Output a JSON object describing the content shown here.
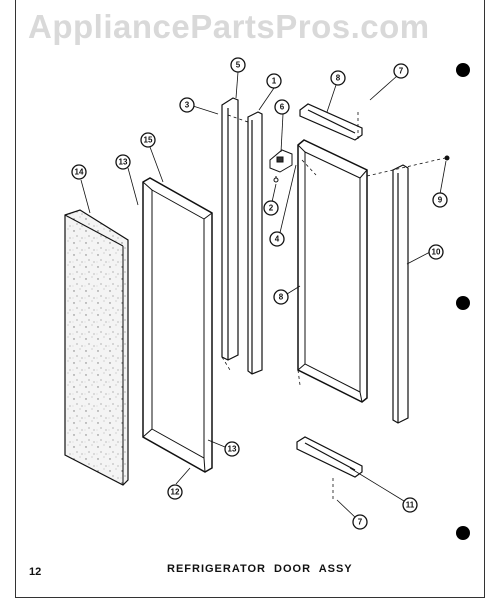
{
  "watermark": "AppliancePartsPros.com",
  "page_number": "12",
  "title": "REFRIGERATOR DOOR ASSY",
  "callouts": [
    "1",
    "2",
    "3",
    "4",
    "5",
    "6",
    "7",
    "7",
    "8",
    "8",
    "9",
    "10",
    "11",
    "12",
    "13",
    "13",
    "14",
    "15"
  ],
  "colors": {
    "line": "#111111",
    "watermark": "#d9d9d9",
    "background": "#ffffff"
  }
}
